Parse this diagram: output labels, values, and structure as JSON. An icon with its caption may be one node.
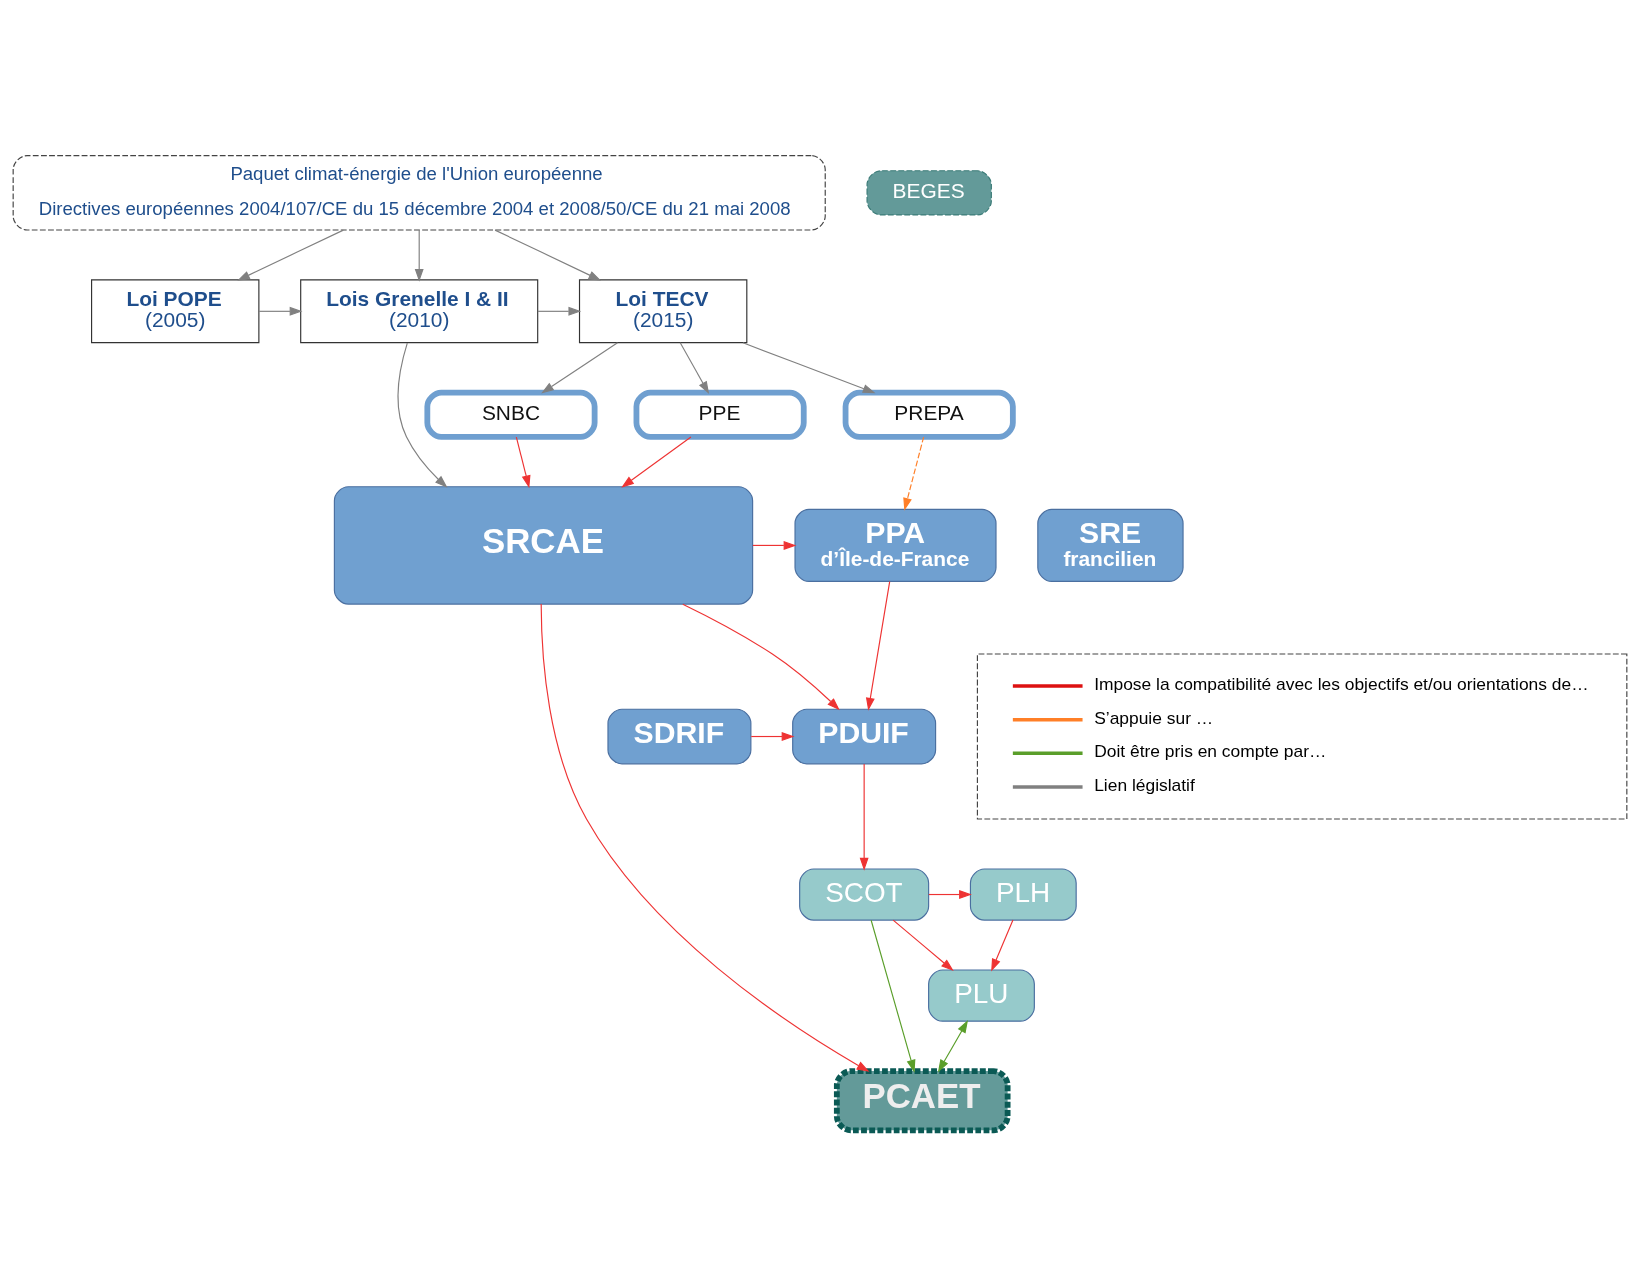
{
  "diagram": {
    "nodes": [
      {
        "text": [
          "Paquet climat-énergie de l'Union européenne",
          "Directives européennes 2004/107/CE du 15 décembre 2004 et 2008/50/CE du 21 mai 2008"
        ]
      },
      {
        "text": [
          "Loi POPE",
          "(2005)"
        ]
      },
      {
        "text": [
          "Lois Grenelle I & II",
          "(2010)"
        ]
      },
      {
        "text": [
          "Loi TECV",
          "(2015)"
        ]
      },
      {
        "text": [
          "PPE"
        ]
      },
      {
        "text": [
          "SNBC"
        ]
      },
      {
        "text": [
          "PREPA"
        ]
      },
      {
        "text": [
          "SRCAE"
        ]
      },
      {
        "text": [
          "SRE",
          "francilien"
        ]
      },
      {
        "text": [
          "PPA",
          "d’Île-de-France"
        ]
      },
      {
        "text": [
          "PDUIF"
        ]
      },
      {
        "text": [
          "SDRIF"
        ]
      },
      {
        "text": [
          "PLH"
        ]
      },
      {
        "text": [
          "PCAET"
        ]
      },
      {
        "text": [
          "BEGES"
        ]
      },
      {
        "text": [
          "PLU"
        ]
      },
      {
        "text": [
          "SCOT"
        ]
      }
    ],
    "edges": [
      {
        "from": 0,
        "to": 1,
        "arrow": "to",
        "color": "#808080"
      },
      {
        "from": 0,
        "to": 2,
        "arrow": "to",
        "color": "#808080"
      },
      {
        "from": 0,
        "to": 3,
        "arrow": "to",
        "color": "#808080"
      },
      {
        "from": 1,
        "to": 2,
        "arrow": "to",
        "color": "#808080"
      },
      {
        "from": 2,
        "to": 3,
        "arrow": "to",
        "color": "#808080"
      },
      {
        "from": 3,
        "to": 4,
        "arrow": "to",
        "color": "#808080"
      },
      {
        "from": 3,
        "to": 5,
        "arrow": "to",
        "color": "#808080"
      },
      {
        "from": 3,
        "to": 6,
        "arrow": "to",
        "color": "#808080"
      },
      {
        "from": 2,
        "to": 7,
        "arrow": "to",
        "color": "#808080"
      },
      {
        "from": 4,
        "to": 7,
        "arrow": "to"
      },
      {
        "from": 5,
        "to": 7,
        "arrow": "to"
      },
      {
        "from": 6,
        "to": 9,
        "arrow": "to",
        "style": "dashed",
        "color": "#ff7f27"
      },
      {
        "from": 7,
        "to": 9,
        "arrow": "to"
      },
      {
        "from": 7,
        "to": 10,
        "arrow": "to"
      },
      {
        "from": 9,
        "to": 10,
        "arrow": "to"
      },
      {
        "from": 11,
        "to": 10,
        "arrow": "to"
      },
      {
        "from": 7,
        "to": 13,
        "arrow": "to"
      },
      {
        "from": 10,
        "to": 16,
        "arrow": "to"
      },
      {
        "from": 16,
        "to": 12,
        "arrow": "to"
      },
      {
        "from": 16,
        "to": 15,
        "arrow": "to"
      },
      {
        "from": 12,
        "to": 15,
        "arrow": "to"
      },
      {
        "from": 15,
        "to": 13,
        "arrow": "both",
        "color": "#5a9e2a"
      },
      {
        "from": 16,
        "to": 13,
        "arrow": "to",
        "color": "#5a9e2a"
      }
    ],
    "legend": [
      {
        "text": "Impose la compatibilité avec les objectifs et/ou orientations de…"
      },
      {
        "text": "S’appuie sur …"
      },
      {
        "text": "Doit être pris en compte par…"
      },
      {
        "text": "Lien législatif"
      }
    ]
  }
}
